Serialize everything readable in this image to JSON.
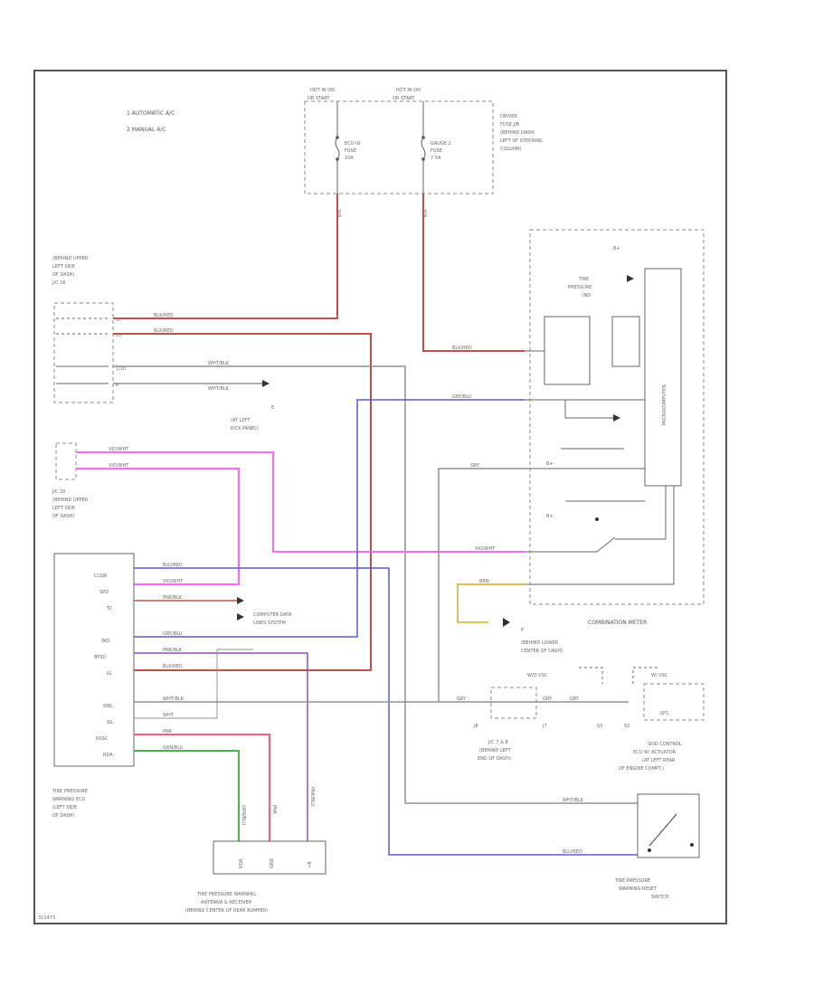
{
  "legend": {
    "item1": "1   AUTOMATIC A/C",
    "item2": "2   MANUAL A/C"
  },
  "fuse_box": {
    "hot_left": "HOT IN ON",
    "hot_left_2": "OR START",
    "hot_right": "HOT IN ON",
    "hot_right_2": "OR START",
    "fuse1_name": "ECU-IG",
    "fuse1_name2": "FUSE",
    "fuse1_amp": "10A",
    "fuse2_name": "GAUGE 2",
    "fuse2_name2": "FUSE",
    "fuse2_amp": "7.5A",
    "location_1": "DRIVER",
    "location_2": "FUSE J/B",
    "location_3": "(BEHIND DASH,",
    "location_4": "LEFT OF STEERING",
    "location_5": "COLUMN)",
    "wire_left": "B/R",
    "wire_right": "B/R"
  },
  "connector_upper": {
    "line1": "(BEHIND UPPER",
    "line2": "LEFT SIDE",
    "line3": "OF DASH)",
    "line4": "J/C 16",
    "pin1": "37",
    "pin2": "11",
    "pin3": "1/10",
    "pin4": "8",
    "wire1": "BLK/RED",
    "wire2": "BLK/RED",
    "wire3": "WHT/BLK",
    "wire4": "WHT/BLK"
  },
  "ground_lp": {
    "label": "E",
    "line1": "(AT LEFT",
    "line2": "KICK PANEL)"
  },
  "jc20": {
    "line1": "J/C 20",
    "line2": "(BEHIND UPPER",
    "line3": "LEFT SIDE",
    "line4": "OF DASH)",
    "wire1": "VIO/WHT",
    "wire2": "VIO/WHT"
  },
  "ecu": {
    "pins": [
      "CLSW",
      "SPD",
      "TC",
      "",
      "IND",
      "BFSU",
      "IG",
      "",
      "SWL",
      "SIL",
      "RSSC",
      "RDA"
    ],
    "wires": [
      "BLU/RED",
      "VIO/WHT",
      "PNK/BLK",
      "",
      "GRY/BLU",
      "PNK/BLK",
      "BLK/RED",
      "",
      "WHT/BLK",
      "WHT",
      "PNK",
      "GRN/BLU"
    ],
    "title1": "TIRE PRESSURE",
    "title2": "WARNING ECU",
    "title3": "(LEFT SIDE",
    "title4": "OF DASH)"
  },
  "data_lines": {
    "line1": "COMPUTER DATA",
    "line2": "LINES SYSTEM"
  },
  "meter": {
    "title": "COMBINATION METER",
    "b_plus": "B+",
    "indicator1": "TIRE",
    "indicator2": "PRESSURE",
    "indicator3": "IND",
    "cpu": "MICROCOMPUTER",
    "b_plus_2": "B+",
    "b_plus_3": "B+",
    "wire_in1": "BLK/RED",
    "wire_in2": "GRY/BLU",
    "wire_in3": "GRY",
    "wire_in4": "VIO/WHT",
    "wire_in5": "BRN"
  },
  "lower_dash": {
    "line1": "(BEHIND LOWER",
    "line2": "CENTER OF DASH)",
    "label_p": "P"
  },
  "jc7": {
    "tag1": "W/O VSC",
    "tag2": "W/ VSC",
    "line1": "J/C 7 & 8",
    "line2": "(BEHIND LEFT",
    "line3": "END OF DASH)",
    "pins": [
      "J8",
      "J7",
      "S3",
      "S2"
    ],
    "wires": [
      "GRY",
      "GRY",
      "GRY"
    ]
  },
  "skid_ecu": {
    "line1": "SKID CONTROL",
    "line2": "ECU W/ ACTUATOR",
    "line3": "(AT LEFT REAR",
    "line4": "OF ENGINE COMPT.)",
    "pin": "SP1"
  },
  "reset_switch": {
    "wire1": "WHT/BLK",
    "wire2": "BLU/RED",
    "line1": "TIRE PRESSURE",
    "line2": "WARNING RESET",
    "line3": "SWITCH"
  },
  "antenna": {
    "pins": [
      "RDA",
      "GND",
      "+B"
    ],
    "wire1": "GRN/BLU",
    "wire2": "PNK",
    "wire3": "PNK/BLU",
    "line1": "TIRE PRESSURE WARNING",
    "line2": "ANTENNA & RECEIVER",
    "line3": "(BEHIND CENTER OF REAR BUMPER)"
  },
  "figure_id": "311473",
  "colors": {
    "red": "#c0504d",
    "pink": "#ff66ff",
    "blue": "#5a5acf",
    "violet": "#8a4ec8",
    "gray": "#909090",
    "green": "#4caf50",
    "yellow": "#d9a520",
    "frame": "#555555"
  }
}
